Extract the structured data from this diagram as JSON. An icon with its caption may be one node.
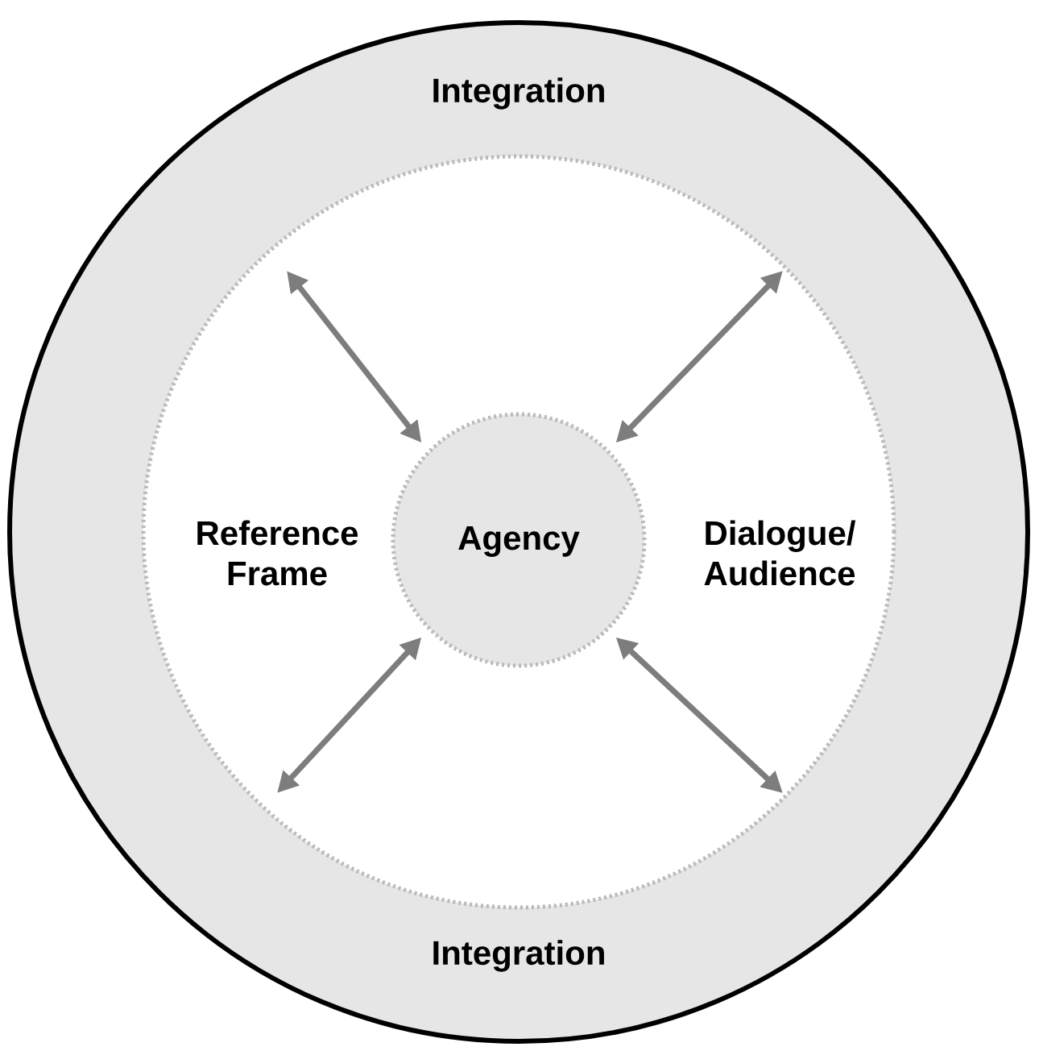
{
  "diagram": {
    "nodes": [
      {
        "text": [
          "Integration",
          "Integration"
        ]
      },
      {
        "text": [
          "Reference Frame",
          "Dialogue/ Audience"
        ],
        "in": 0
      },
      {
        "text": [
          "Agency"
        ],
        "in": 1
      }
    ],
    "edges": [
      {
        "from": 2,
        "to": null,
        "arrow": "both"
      },
      {
        "from": 2,
        "to": null,
        "arrow": "both"
      },
      {
        "from": 2,
        "to": null,
        "arrow": "both"
      },
      {
        "from": 2,
        "to": null,
        "arrow": "both"
      }
    ]
  }
}
